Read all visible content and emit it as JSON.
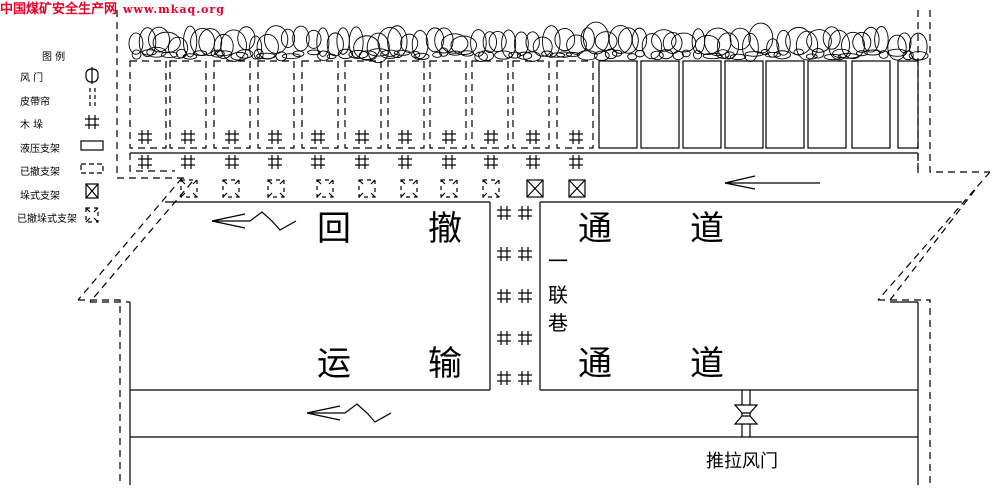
{
  "header": {
    "site_name": "中国煤矿安全生产网",
    "url": "www.mkaq.org"
  },
  "legend": {
    "title": "图 例",
    "items": [
      {
        "label": "风 门",
        "icon": "air-door-icon"
      },
      {
        "label": "皮帶帘",
        "icon": "belt-curtain-icon"
      },
      {
        "label": "木 垛",
        "icon": "wood-crib-icon"
      },
      {
        "label": "液压支架",
        "icon": "hydraulic-support-icon"
      },
      {
        "label": "已撤支架",
        "icon": "removed-support-icon"
      },
      {
        "label": "垛式支架",
        "icon": "chock-support-icon"
      },
      {
        "label": "已撤垛式支架",
        "icon": "removed-chock-support-icon"
      }
    ]
  },
  "diagram": {
    "withdrawal_roadway": [
      "回",
      "撤",
      "通",
      "道"
    ],
    "connecting_roadway": [
      "一",
      "联",
      "巷"
    ],
    "haulage_roadway": [
      "运",
      "输",
      "通",
      "道"
    ],
    "sliding_door_label": "推拉风门",
    "removed_supports": 11,
    "remaining_supports": 8,
    "removed_chocks": 8,
    "remaining_chocks": 2,
    "colors": {
      "title": "#e8002a",
      "line": "#000000"
    }
  }
}
